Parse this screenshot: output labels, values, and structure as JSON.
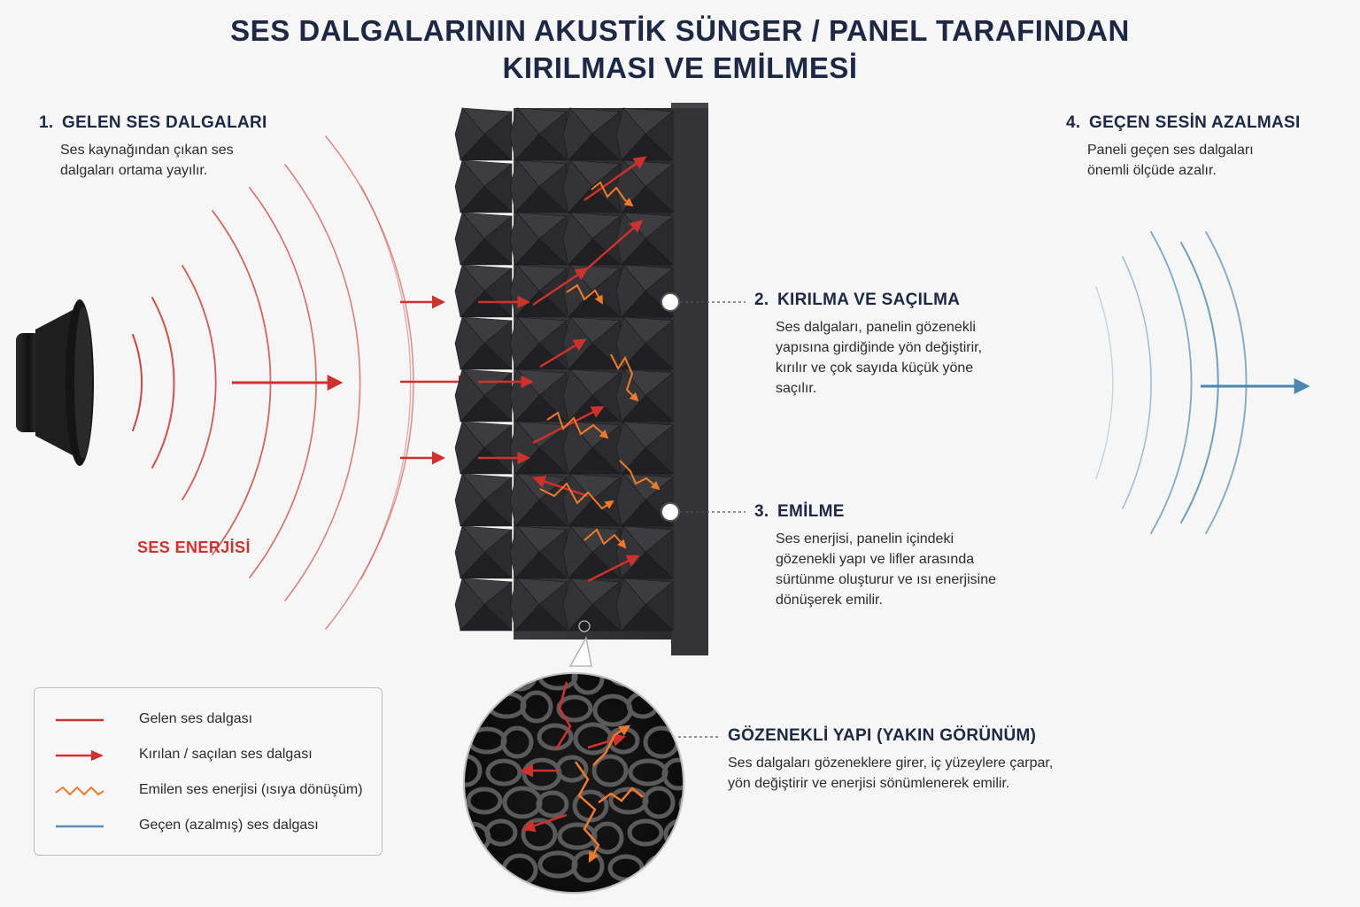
{
  "title": {
    "line1": "SES DALGALARININ AKUSTİK SÜNGER / PANEL TARAFINDAN",
    "line2": "KIRILMASI VE EMİLMESİ"
  },
  "steps": [
    {
      "num": "1.",
      "heading": "GELEN SES DALGALARI",
      "text": "Ses kaynağından çıkan ses\ndalgaları ortama yayılır."
    },
    {
      "num": "2.",
      "heading": "KIRILMA VE SAÇILMA",
      "text": "Ses dalgaları, panelin gözenekli\nyapısına girdiğinde yön değiştirir,\nkırılır ve çok sayıda küçük yöne\nsaçılır."
    },
    {
      "num": "3.",
      "heading": "EMİLME",
      "text": "Ses enerjisi, panelin içindeki\ngözenekli yapı ve lifler arasında\nsürtünme oluşturur ve ısı enerjisine\ndönüşerek emilir."
    },
    {
      "num": "4.",
      "heading": "GEÇEN SESİN AZALMASI",
      "text": "Paneli geçen ses dalgaları\nönemli ölçüde azalır."
    }
  ],
  "closeup": {
    "heading": "GÖZENEKLİ YAPI (YAKIN GÖRÜNÜM)",
    "text": "Ses dalgaları gözeneklere girer, iç yüzeylere çarpar,\nyön değiştirir ve enerjisi sönümlenerek emilir."
  },
  "energy_label": "SES ENERJİSİ",
  "legend": [
    {
      "label": "Gelen ses dalgası",
      "style": "line",
      "color": "#d0312d"
    },
    {
      "label": "Kırılan / saçılan ses dalgası",
      "style": "arrow",
      "color": "#d0312d"
    },
    {
      "label": "Emilen ses enerjisi (ısıya dönüşüm)",
      "style": "zigzag",
      "color": "#f07a2a"
    },
    {
      "label": "Geçen (azalmış) ses dalgası",
      "style": "line",
      "color": "#5b8fb0"
    }
  ],
  "colors": {
    "incoming": "#d0312d",
    "absorbed": "#f07a2a",
    "transmitted": "#5b8fb0",
    "title": "#1d2845",
    "foam": "#2c2c2e"
  },
  "icons": [
    "speaker-icon",
    "foam-panel",
    "porous-closeup"
  ]
}
